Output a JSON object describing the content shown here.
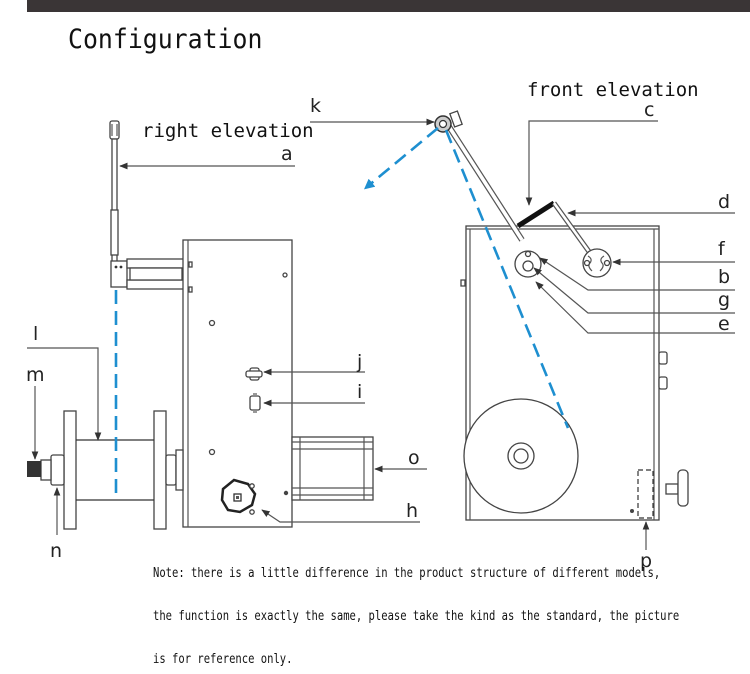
{
  "page": {
    "title": "Configuration",
    "accent_bar_color": "#3a3536",
    "wire_color": "#1e8fd0"
  },
  "views": {
    "right_elevation": {
      "title": "right elevation"
    },
    "front_elevation": {
      "title": "front elevation"
    }
  },
  "callouts": {
    "a": "a",
    "b": "b",
    "c": "c",
    "d": "d",
    "e": "e",
    "f": "f",
    "g": "g",
    "h": "h",
    "i": "i",
    "j": "j",
    "k": "k",
    "l": "l",
    "m": "m",
    "n": "n",
    "o": "o",
    "p": "p"
  },
  "note": {
    "lines": [
      "Note: there is a little difference in the product structure of different models,",
      "the function is exactly the same, please take the kind as the standard, the picture",
      "is for reference only."
    ]
  }
}
